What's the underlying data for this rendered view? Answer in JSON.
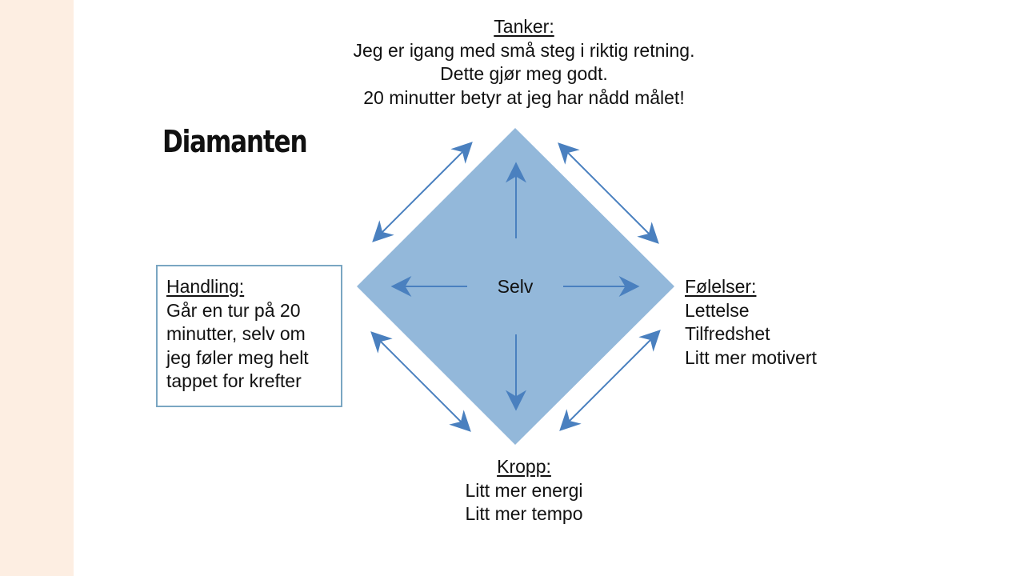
{
  "slide": {
    "title": "Diamanten",
    "colors": {
      "side_band": "#fdeee2",
      "diamond_fill": "#93b8da",
      "arrow": "#4a80bf",
      "box_border": "#7aa6c2",
      "text": "#111111"
    }
  },
  "diagram": {
    "center_label": "Selv",
    "tanker": {
      "heading": "Tanker:",
      "lines": [
        "Jeg er igang med små steg i riktig retning.",
        "Dette gjør meg godt.",
        "20 minutter betyr at jeg har nådd målet!"
      ]
    },
    "folelser": {
      "heading": "Følelser:",
      "lines": [
        "Lettelse",
        "Tilfredshet",
        "Litt mer motivert"
      ]
    },
    "kropp": {
      "heading": "Kropp:",
      "lines": [
        "Litt mer energi",
        "Litt mer tempo"
      ]
    },
    "handling": {
      "heading": "Handling:",
      "lines": [
        "Går en tur på 20",
        "minutter, selv om",
        "jeg føler meg helt",
        "tappet for krefter"
      ]
    },
    "arrows": {
      "inner": [
        "up",
        "down",
        "left",
        "right"
      ],
      "outer_bidirectional": [
        "top-left",
        "top-right",
        "bottom-left",
        "bottom-right"
      ]
    }
  }
}
